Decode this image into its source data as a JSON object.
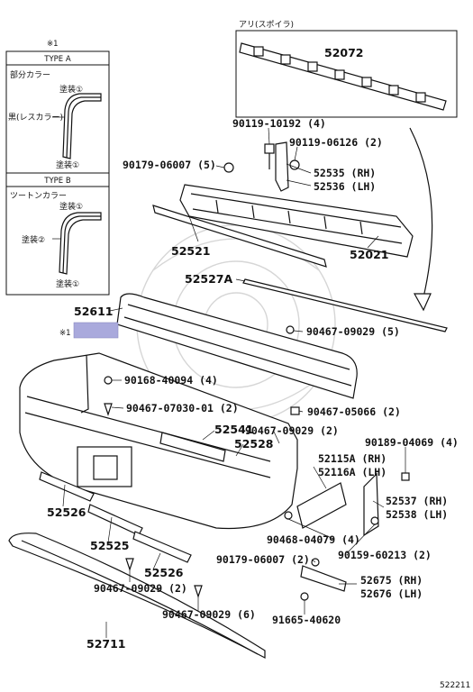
{
  "note_ref": "※1",
  "inset": {
    "type_a": {
      "title": "TYPE A",
      "subtitle": "部分カラー",
      "callouts": [
        "塗装①",
        "黒(レスカラー)",
        "塗装①"
      ]
    },
    "type_b": {
      "title": "TYPE B",
      "subtitle": "ツートンカラー",
      "callouts": [
        "塗装①",
        "塗装②",
        "塗装①"
      ]
    }
  },
  "spoiler_label": "アリ(スポイラ)",
  "parts": {
    "p52072": "52072",
    "p90119_10192": "90119-10192 (4)",
    "p90119_06126": "90119-06126 (2)",
    "p90179_06007a": "90179-06007 (5)",
    "p52535": "52535 (RH)",
    "p52536": "52536 (LH)",
    "p52521": "52521",
    "p52021": "52021",
    "p52527A": "52527A",
    "p52611": "52611",
    "p90467_09029_5": "90467-09029 (5)",
    "p90168_40094": "90168-40094 (4)",
    "p90467_07030": "90467-07030-01 (2)",
    "p90467_05066": "90467-05066 (2)",
    "p52541": "52541",
    "p90467_09029_2a": "90467-09029 (2)",
    "p52528": "52528",
    "p52115A": "52115A (RH)",
    "p52116A": "52116A (LH)",
    "p90189_04069": "90189-04069 (4)",
    "p52526a": "52526",
    "p52537": "52537 (RH)",
    "p52538": "52538 (LH)",
    "p90468_04079": "90468-04079 (4)",
    "p90159_60213": "90159-60213 (2)",
    "p52525": "52525",
    "p52526b": "52526",
    "p90179_06007b": "90179-06007 (2)",
    "p52675": "52675 (RH)",
    "p52676": "52676 (LH)",
    "p90467_09029_2b": "90467-09029 (2)",
    "p90467_09029_6": "90467-09029 (6)",
    "p91665_40620": "91665-40620",
    "p52711": "52711"
  },
  "diagram_id": "522211",
  "colors": {
    "highlight_box": "#a9a9dc",
    "line": "#111111"
  }
}
